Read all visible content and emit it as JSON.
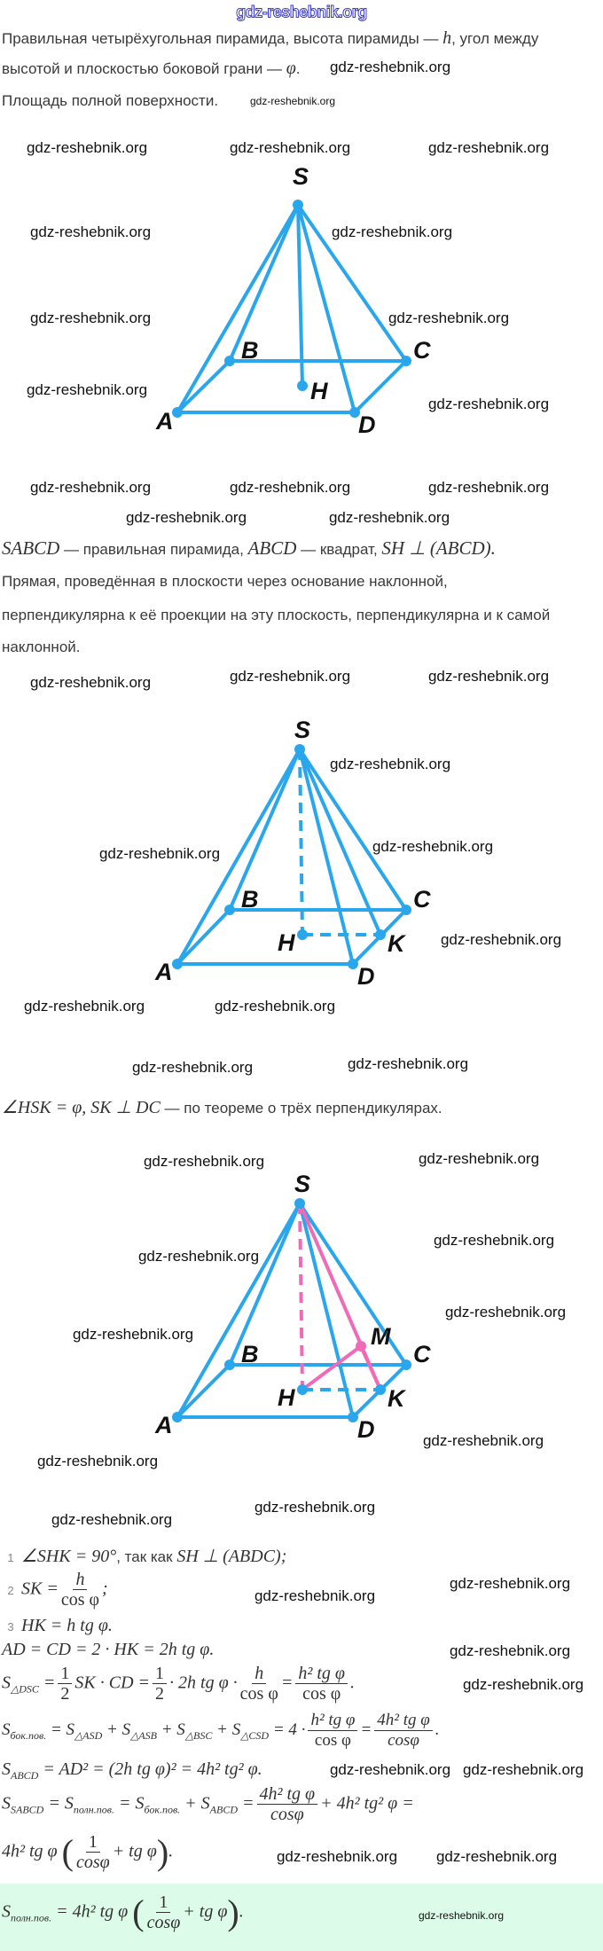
{
  "header": {
    "site": "gdz-reshebnik.org"
  },
  "watermark": "gdz-reshebnik.org",
  "problem": {
    "line1": "Правильная четырёхугольная пирамида, высота пирамиды — ",
    "h": "h",
    "line1b": ", угол между",
    "line2": "высотой и плоскостью боковой грани — ",
    "phi": "φ",
    "line3": "Площадь полной поверхности."
  },
  "figure_labels": {
    "S": "S",
    "A": "A",
    "B": "B",
    "C": "C",
    "D": "D",
    "H": "H",
    "K": "K",
    "M": "M"
  },
  "colors": {
    "figure": "#2aa6ec",
    "highlight": "#f06ab8",
    "answer_bg": "#dcfbe9"
  },
  "statement1": {
    "m1": "SABCD",
    "t1": " — правильная пирамида, ",
    "m2": "ABCD",
    "t2": " — квадрат, ",
    "m3": "SH ⊥ (ABCD)."
  },
  "theorem": {
    "l1": "Прямая, проведённая в плоскости через основание наклонной,",
    "l2": "перпендикулярна к её проекции на эту плоскость, перпендикулярна и к самой",
    "l3": "наклонной."
  },
  "statement2": {
    "m": "∠HSK = φ, SK ⊥ DC",
    "t": " — по теореме о трёх перпендикулярах."
  },
  "steps": [
    {
      "n": "1",
      "m": "∠SHK = 90°",
      "t": ", так как ",
      "m2": "SH ⊥ (ABDC);"
    },
    {
      "n": "2",
      "m": "SK =",
      "num": "h",
      "den": "cos φ",
      "end": ";"
    },
    {
      "n": "3",
      "m": "HK = h tg φ."
    }
  ],
  "calc": {
    "ad": "AD = CD = 2 · HK = 2h tg φ.",
    "sdsc": {
      "lhs": "S",
      "sub": "△DSC",
      "eq1": "=",
      "half": "1",
      "two": "2",
      "mid": "SK · CD =",
      "mid2": "· 2h tg φ ·",
      "f1n": "h",
      "f1d": "cos φ",
      "eq2": "=",
      "f2n": "h² tg φ",
      "f2d": "cos φ",
      "end": "."
    },
    "sbok": {
      "lhs": "S",
      "sub": "бок.пов.",
      "rhs": "= S",
      "s1": "△ASD",
      "p1": "+ S",
      "s2": "△ASB",
      "p2": "+ S",
      "s3": "△BSC",
      "p3": "+ S",
      "s4": "△CSD",
      "eq": "= 4 ·",
      "fn": "h² tg φ",
      "fd": "cos φ",
      "eq2": "=",
      "gn": "4h² tg φ",
      "gd": "cosφ",
      "end": "."
    },
    "sabcd": {
      "lhs": "S",
      "sub": "ABCD",
      "rhs": "= AD² = (2h tg φ)² = 4h² tg² φ."
    },
    "ssabcd": {
      "lhs": "S",
      "sub": "SABCD",
      "e1": "= S",
      "s1": "полн.пов.",
      "e2": "= S",
      "s2": "бок.пов.",
      "e3": "+ S",
      "s3": "ABCD",
      "e4": "=",
      "fn": "4h² tg φ",
      "fd": "cosφ",
      "e5": "+ 4h² tg² φ ="
    },
    "cont": {
      "pre": "4h² tg φ",
      "lp": "(",
      "fn": "1",
      "fd": "cosφ",
      "post": "+ tg φ",
      "rp": ")",
      "end": "."
    }
  },
  "answer": {
    "lhs": "S",
    "sub": "полн.пов.",
    "pre": "= 4h² tg φ",
    "lp": "(",
    "fn": "1",
    "fd": "cosφ",
    "post": "+ tg φ",
    "rp": ")",
    "end": "."
  }
}
